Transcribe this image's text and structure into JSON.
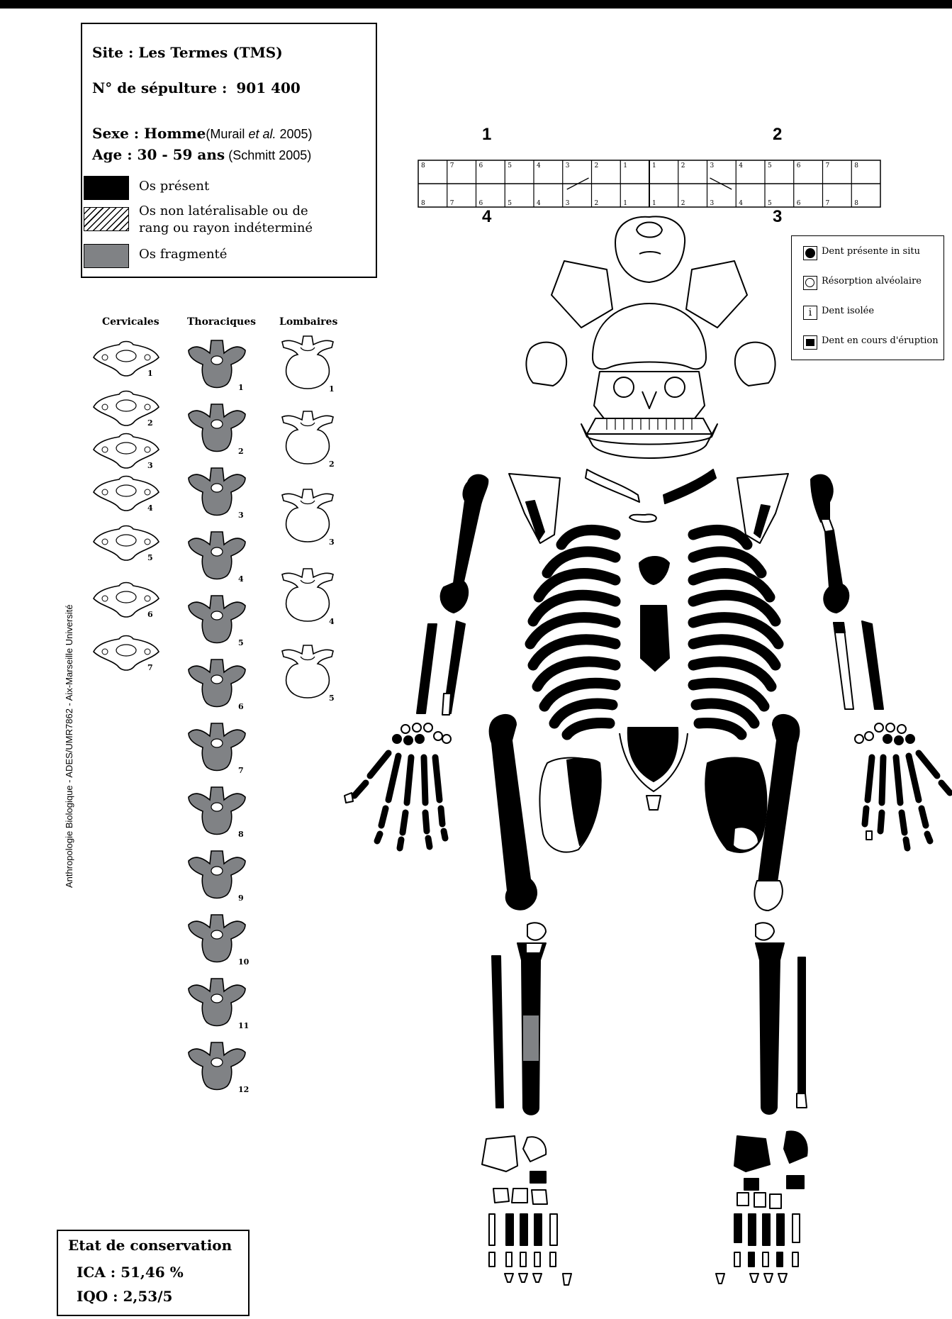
{
  "header": {
    "site": "Site : Les Termes (TMS)",
    "sepulture_label": "N° de sépulture :",
    "sepulture_value": "901 400",
    "sexe_label": "Sexe : Homme",
    "sexe_ref_pre": "(Murail ",
    "sexe_ref_etal": "et al.",
    "sexe_ref_post": " 2005)",
    "age_label": "Age : 30 - 59 ans",
    "age_ref": "(Schmitt 2005)"
  },
  "legend": {
    "items": [
      {
        "label": "Os présent",
        "swatch": "solid",
        "color": "#000000"
      },
      {
        "label": "Os non latéralisable ou de\nrang ou rayon indéterminé",
        "swatch": "hatched",
        "color": "#ffffff"
      },
      {
        "label": "Os fragmenté",
        "swatch": "solid",
        "color": "#808285"
      }
    ]
  },
  "vertebrae": {
    "columns": [
      {
        "title": "Cervicales",
        "numbers": [
          "1",
          "2",
          "3",
          "4",
          "5",
          "6",
          "7"
        ],
        "state": "absent"
      },
      {
        "title": "Thoraciques",
        "numbers": [
          "1",
          "2",
          "3",
          "4",
          "5",
          "6",
          "7",
          "8",
          "9",
          "10",
          "11",
          "12"
        ],
        "state": "fragmented"
      },
      {
        "title": "Lombaires",
        "numbers": [
          "1",
          "2",
          "3",
          "4",
          "5"
        ],
        "state": "absent"
      }
    ]
  },
  "dental_chart": {
    "quadrants": {
      "upper_right": "1",
      "upper_left": "2",
      "lower_left": "3",
      "lower_right": "4"
    },
    "upper_teeth": [
      "8",
      "7",
      "6",
      "5",
      "4",
      "3",
      "2",
      "1",
      "1",
      "2",
      "3",
      "4",
      "5",
      "6",
      "7",
      "8"
    ],
    "lower_teeth": [
      "8",
      "7",
      "6",
      "5",
      "4",
      "3",
      "2",
      "1",
      "1",
      "2",
      "3",
      "4",
      "5",
      "6",
      "7",
      "8"
    ]
  },
  "dental_legend": {
    "items": [
      {
        "label": "Dent présente in situ",
        "symbol": "filled-circle-icon"
      },
      {
        "label": "Résorption alvéolaire",
        "symbol": "open-circle-icon"
      },
      {
        "label": "Dent isolée",
        "symbol": "i",
        "symbol_name": "isolated-tooth-icon"
      },
      {
        "label": "Dent en cours d'éruption",
        "symbol": "filled-square-icon"
      }
    ]
  },
  "conservation": {
    "title": "Etat de conservation",
    "ica": "ICA : 51,46 %",
    "iqo": "IQO : 2,53/5"
  },
  "credit": "Anthropologie Biologique - ADES/UMR7862 - Aix-Marseille Université",
  "colors": {
    "present": "#000000",
    "fragmented": "#808285",
    "absent": "#ffffff"
  }
}
